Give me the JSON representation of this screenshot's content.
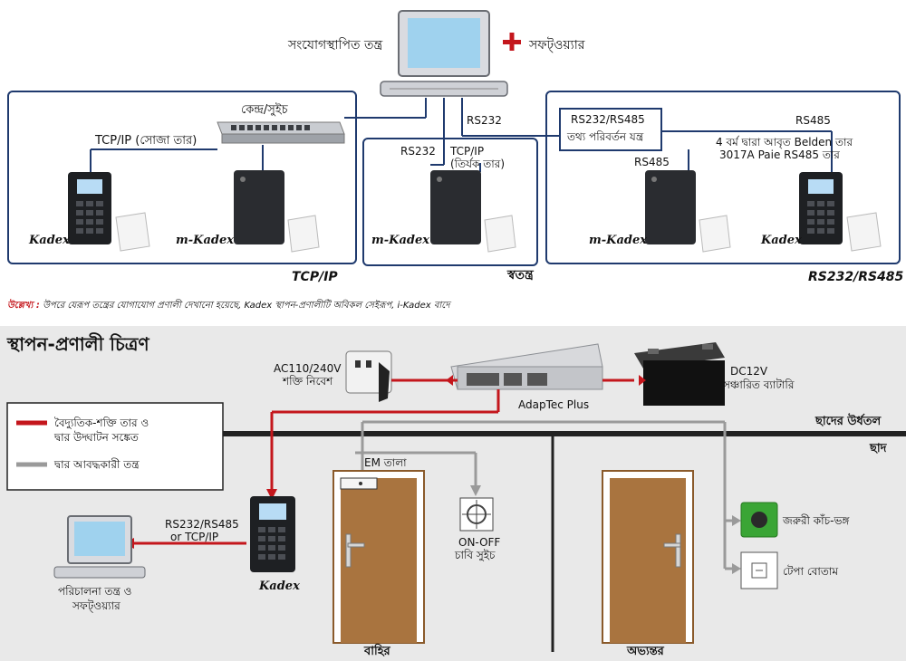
{
  "top": {
    "connected_system": "সংযোগস্থাপিত তন্ত্র",
    "plus": "+",
    "software": "সফট্ওয়্যার",
    "switch_label": "কেন্দ্র/সুইচ",
    "tcpip_straight": "TCP/IP (সোজা তার)",
    "rs232_top": "RS232",
    "rs232_mid": "RS232",
    "tcpip_cross_1": "TCP/IP",
    "tcpip_cross_2": "(তির্যক তার)",
    "converter_1": "RS232/RS485",
    "converter_2": "তথ্য পরিবর্তন যন্ত্র",
    "rs485_top": "RS485",
    "rs485_dev": "RS485",
    "belden_1": "4 বর্ম দ্বারা আবৃত Belden তার",
    "belden_2": "3017A Paie RS485 তার",
    "brand_kadex": "Kadex",
    "brand_mkadex": "m-Kadex",
    "panel_left_caption": "TCP/IP",
    "panel_mid_caption": "স্বতন্ত্র",
    "panel_right_caption": "RS232/RS485",
    "note_label": "উল্লেখ্য :",
    "note_text": "উপরে যেরূপ তন্ত্রের যোগাযোগ প্রণালী দেখানো হয়েছে, Kadex স্থাপন-প্রণালীটি অবিকল সেইরূপ, i-Kadex বাদে"
  },
  "bottom": {
    "title": "স্থাপন-প্রণালী চিত্রণ",
    "ac_1": "AC110/240V",
    "ac_2": "শক্তি নিবেশ",
    "dc_1": "DC12V",
    "dc_2": "সঞ্চারিত ব্যাটারি",
    "adaptec": "AdapTec Plus",
    "ceiling_above": "ছাদের উর্ধতল",
    "ceiling": "ছাদ",
    "legend_red_1": "বৈদ্যুতিক-শক্তি তার ও",
    "legend_red_2": "দ্বার উদ্ঘাটন সঙ্কেত",
    "legend_gray": "দ্বার আবদ্ধকারী তন্ত্র",
    "em_lock": "EM তালা",
    "onoff_1": "ON-OFF",
    "onoff_2": "চাবি সুইচ",
    "emergency": "জরুরী কাঁচ-ভঙ্গ",
    "push_button": "টেপা বোতাম",
    "rs_1": "RS232/RS485",
    "rs_2": "or TCP/IP",
    "mgmt_1": "পরিচালনা তন্ত্র ও",
    "mgmt_2": "সফট্ওয়্যার",
    "kadex": "Kadex",
    "outside": "বাহির",
    "inside": "অভ্যন্তর"
  },
  "colors": {
    "panel_border": "#1f3a6e",
    "power_red": "#c4161c",
    "lock_gray": "#9a9a9a",
    "door_brown": "#8a5a2b",
    "emergency_green": "#3aa535"
  }
}
